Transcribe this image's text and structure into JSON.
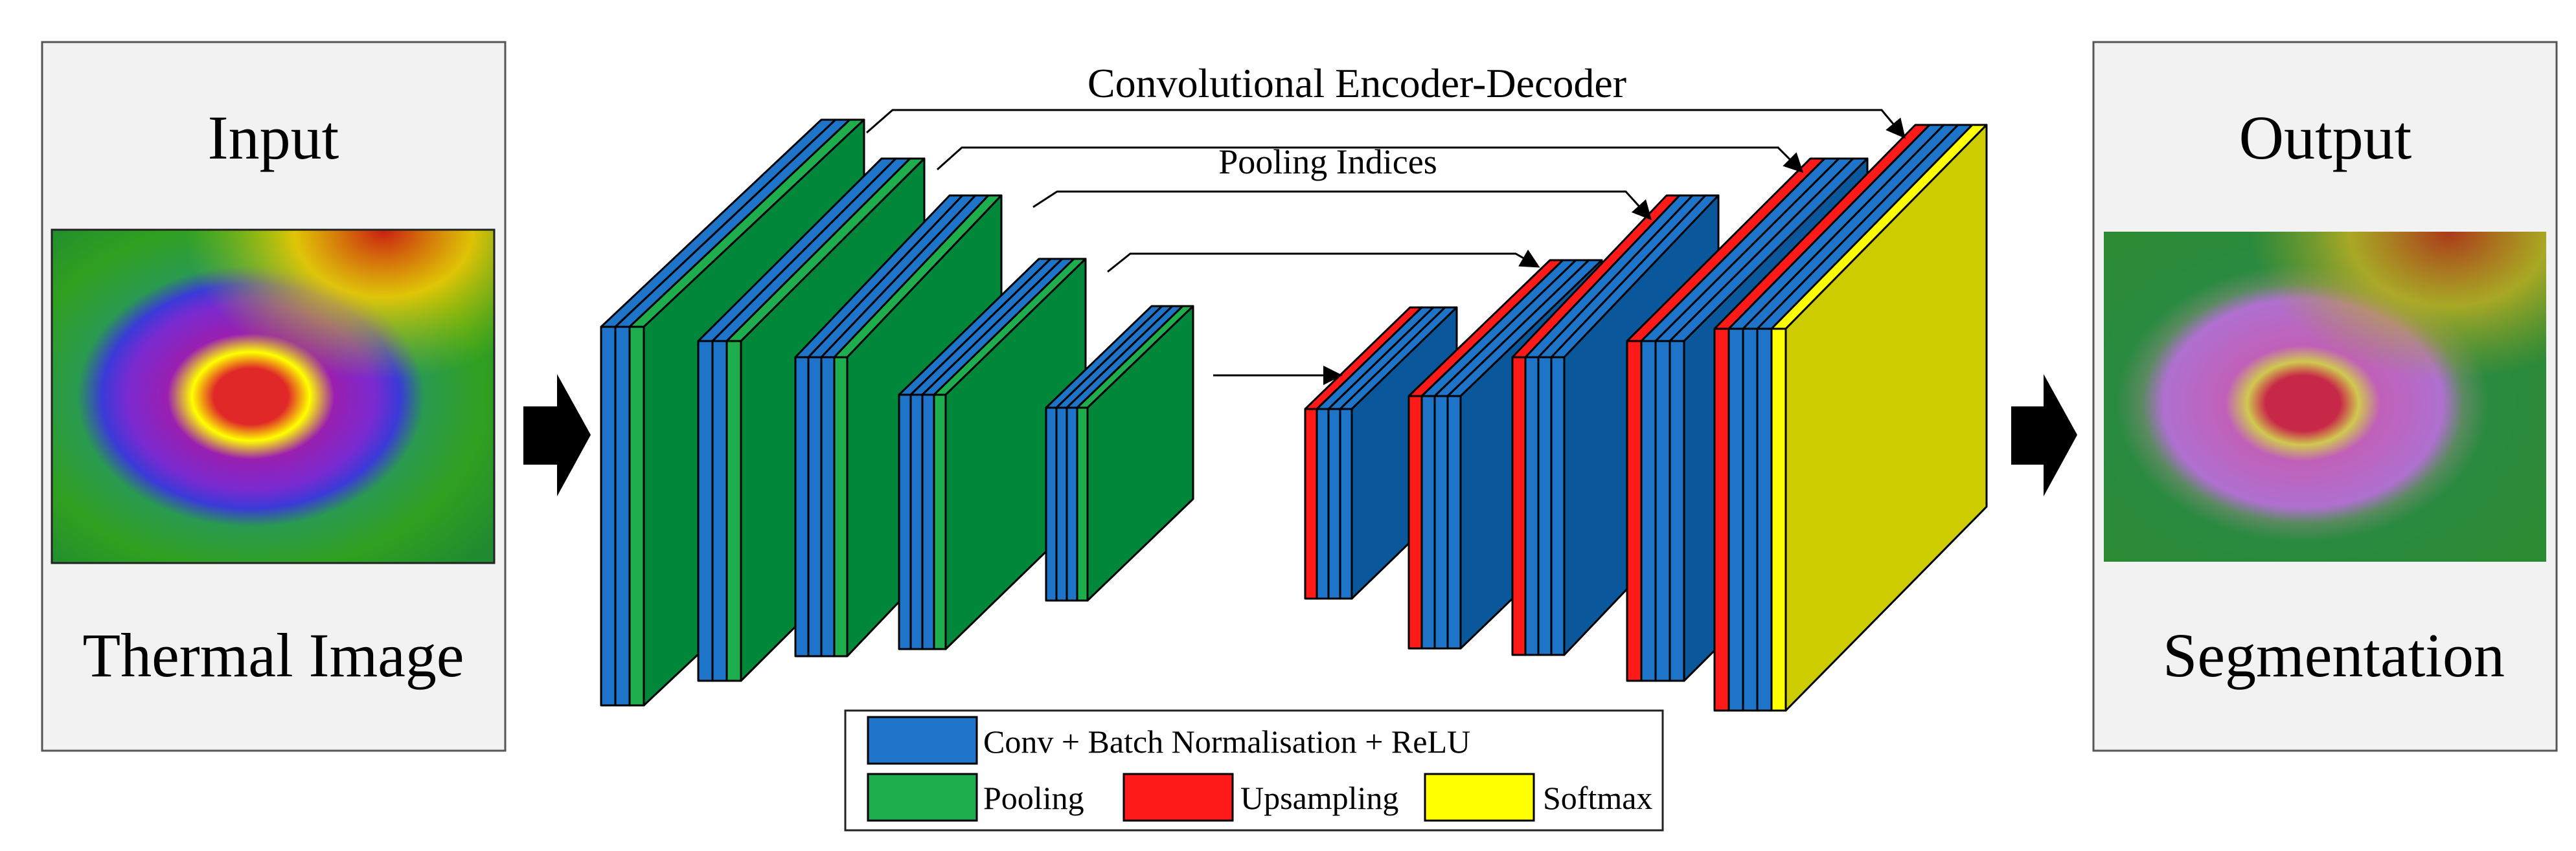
{
  "title": "Convolutional Encoder-Decoder",
  "pooling_indices_label": "Pooling Indices",
  "input_panel": {
    "top_label": "Input",
    "bottom_label": "Thermal Image"
  },
  "output_panel": {
    "top_label": "Output",
    "bottom_label": "Segmentation"
  },
  "legend": {
    "items": [
      {
        "label": "Conv + Batch Normalisation + ReLU",
        "color": "#1E74C8"
      },
      {
        "label": "Pooling",
        "color": "#1FAE4E"
      },
      {
        "label": "Upsampling",
        "color": "#FF1A1A"
      },
      {
        "label": "Softmax",
        "color": "#FFFF00"
      }
    ]
  },
  "colors": {
    "conv": "#1E74C8",
    "pooling": "#1FAE4E",
    "upsampling": "#FF1A1A",
    "softmax": "#FFFF00",
    "pooling_face": "#00873A",
    "conv_face": "#0A579C",
    "softmax_face": "#CCCC00",
    "panel_bg": "#F2F2F2"
  },
  "icons": [
    "right-arrow-icon",
    "right-arrow-icon"
  ]
}
